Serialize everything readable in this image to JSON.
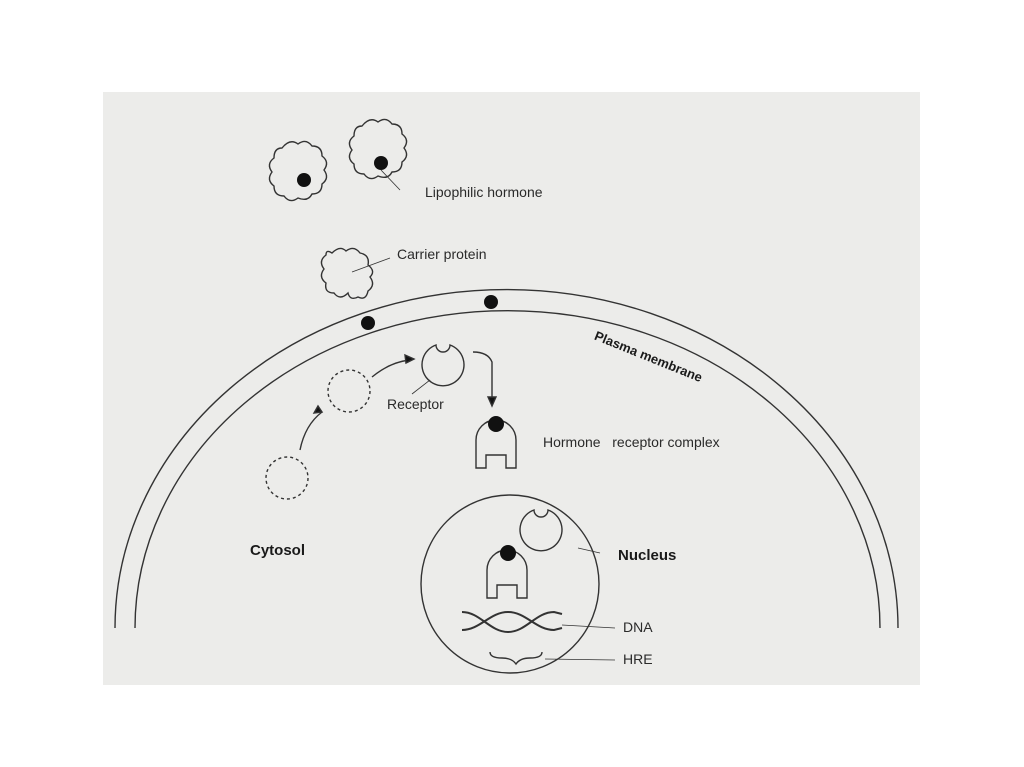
{
  "labels": {
    "lipophilic_hormone": "Lipophilic hormone",
    "carrier_protein": "Carrier protein",
    "plasma_membrane": "Plasma membrane",
    "receptor": "Receptor",
    "hormone_receptor_complex": "Hormone   receptor complex",
    "cytosol": "Cytosol",
    "nucleus": "Nucleus",
    "dna": "DNA",
    "hre": "HRE"
  }
}
